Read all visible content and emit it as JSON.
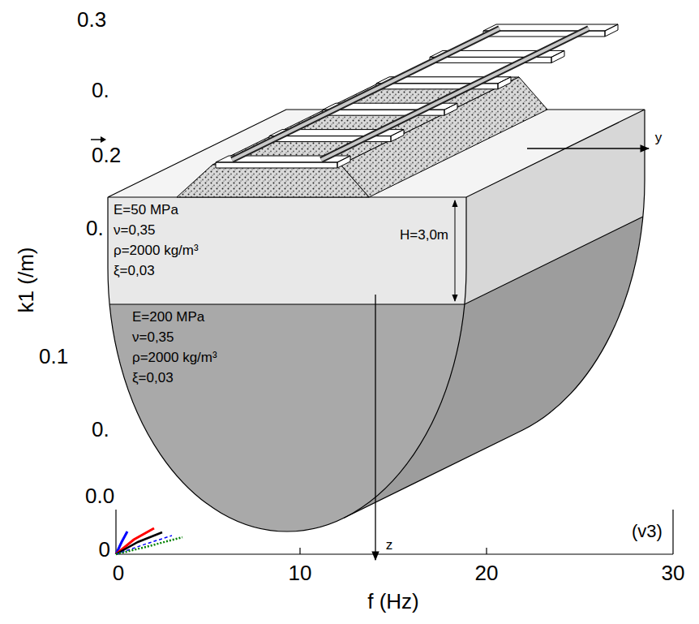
{
  "diagram": {
    "nodes": [
      {
        "text": [
          "E=50 MPa",
          "ν=0,35",
          "ρ=2000 kg/m³",
          "ξ=0,03"
        ]
      },
      {
        "text": [
          "E=200 MPa",
          "ν=0,35",
          "ρ=2000 kg/m³",
          "ξ=0,03"
        ]
      }
    ],
    "labels": [
      "0.3",
      "0.",
      "0.2",
      "0.",
      "k1 (/m)",
      "0.1",
      "0.",
      "0.0",
      "0",
      "0",
      "10",
      "20",
      "30",
      "f (Hz)",
      "(v3)",
      "H=3,0m",
      "y",
      "z"
    ]
  }
}
